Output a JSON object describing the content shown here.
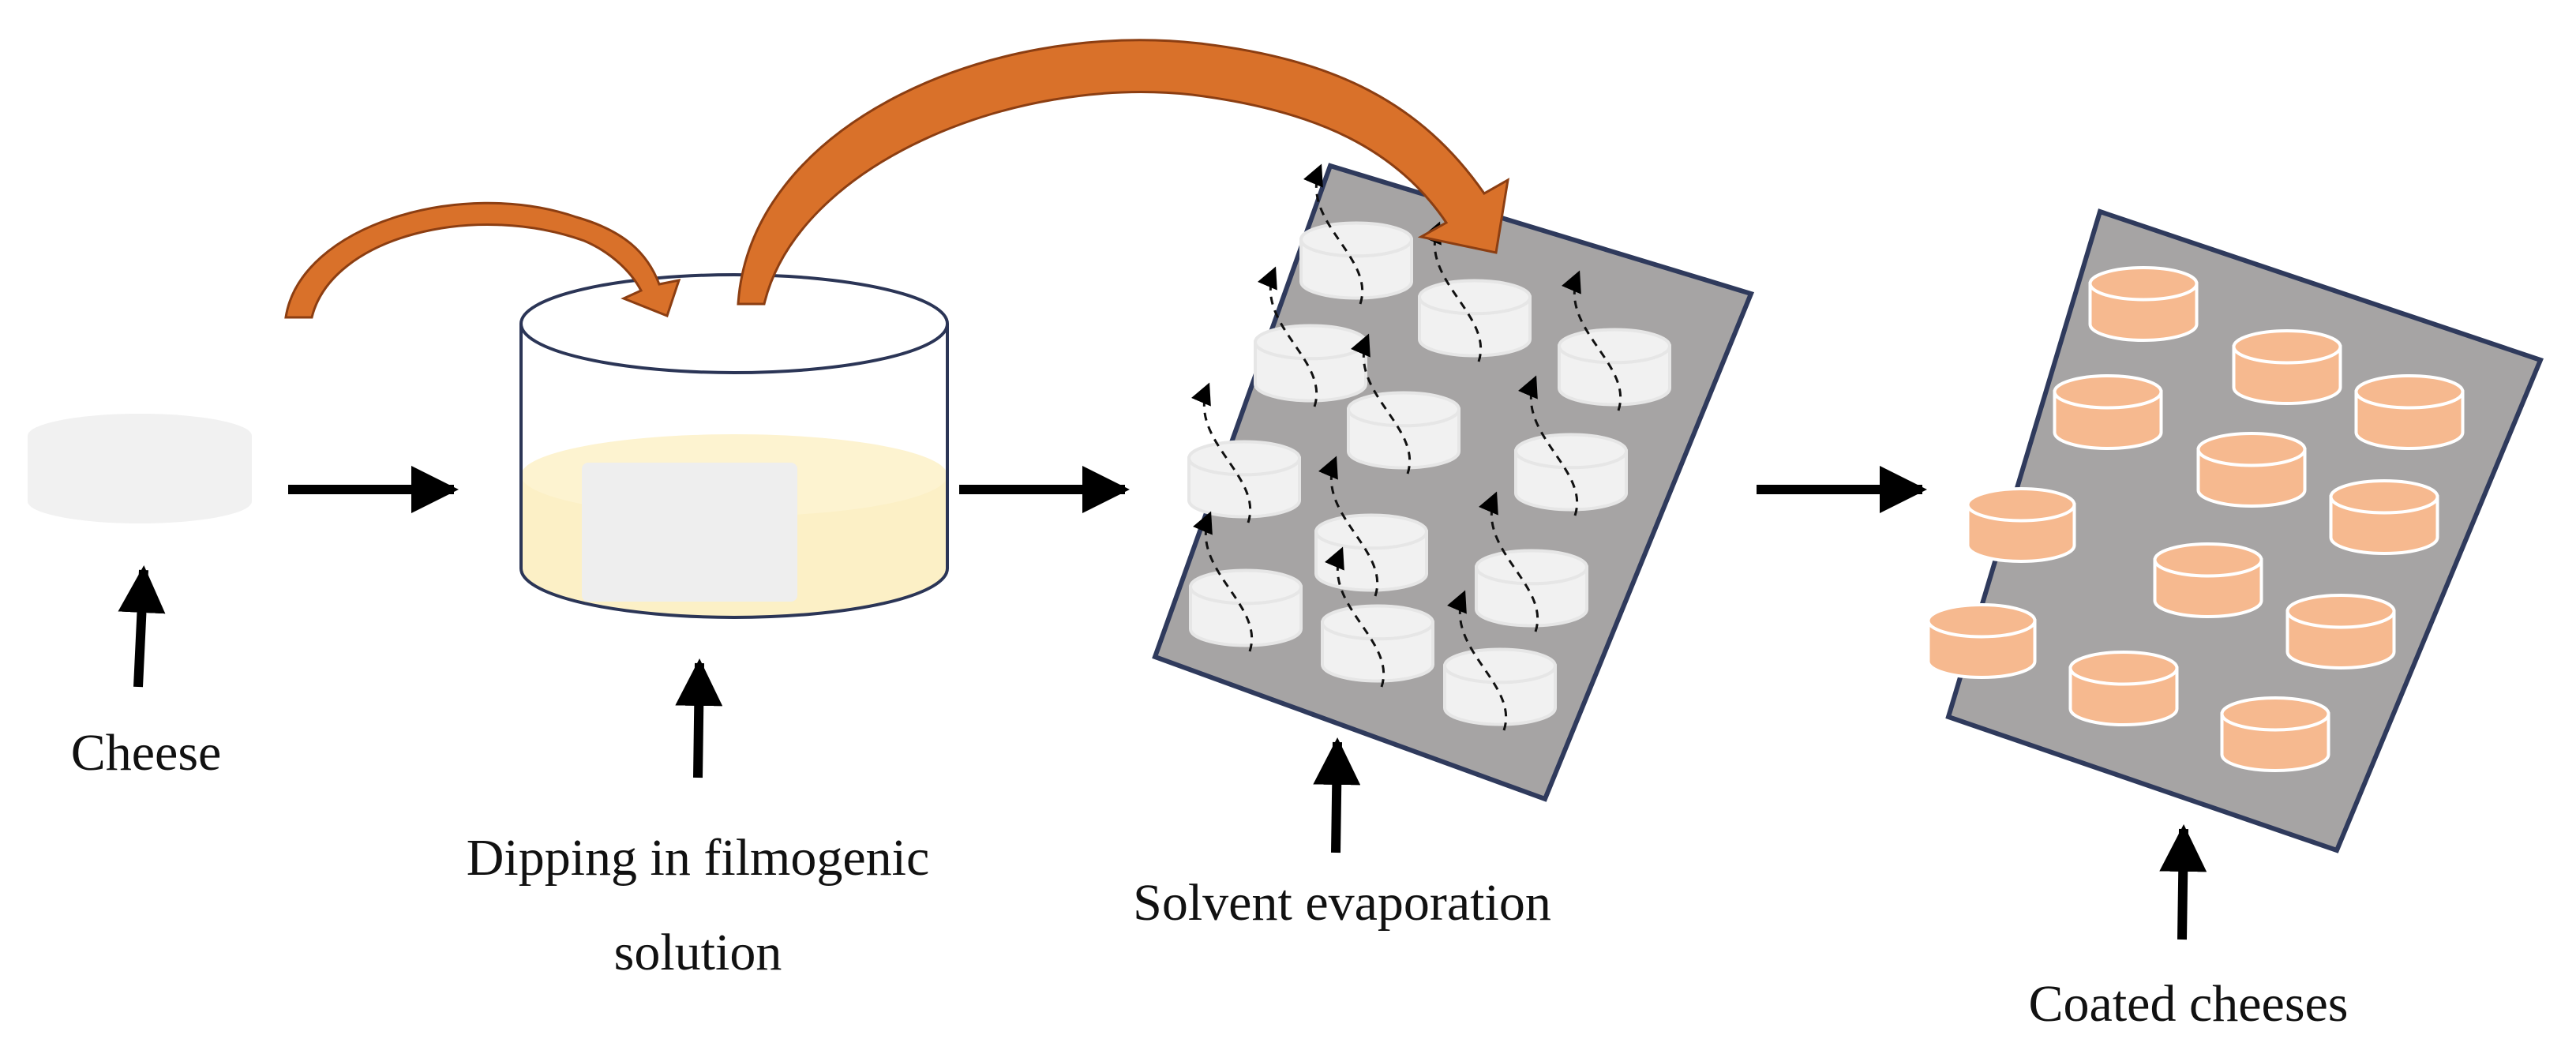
{
  "labels": {
    "cheese": "Cheese",
    "dipping": [
      "Dipping in filmogenic",
      "solution"
    ],
    "evaporation": "Solvent evaporation",
    "coated": "Coated cheeses"
  },
  "colors": {
    "tray": "#a6a4a4",
    "tray_border": "#2f3a5c",
    "cheese": "#f1f1f1",
    "coated_cheese": "#f6b98f",
    "solution": "#fcf0c6",
    "curved_arrow": "#d9712a",
    "arrow": "#000000"
  }
}
